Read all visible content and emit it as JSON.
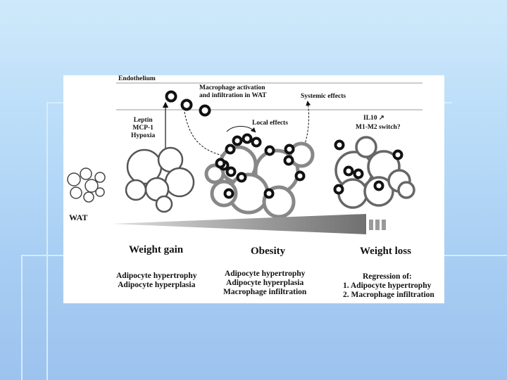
{
  "slide": {
    "background_top": "#cfe9fb",
    "background_bottom": "#9cc3ee"
  },
  "figure": {
    "labels": {
      "endothelium": "Endothelium",
      "macrophage_activation": [
        "Macrophage activation",
        "and infiltration in WAT"
      ],
      "systemic_effects": "Systemic effects",
      "local_effects": "Local effects",
      "il10": "IL10 ↗",
      "m1m2": "M1-M2 switch?",
      "signals": [
        "Leptin",
        "MCP-1",
        "Hypoxia"
      ],
      "wat": "WAT"
    },
    "stages": [
      {
        "title": "Weight gain",
        "lines": [
          "Adipocyte hypertrophy",
          "Adipocyte hyperplasia"
        ]
      },
      {
        "title": "Obesity",
        "lines": [
          "Adipocyte hypertrophy",
          "Adipocyte hyperplasia",
          "Macrophage infiltration"
        ]
      },
      {
        "title": "Weight loss",
        "lines": [
          "Regression of:",
          "1.  Adipocyte hypertrophy",
          "2. Macrophage infiltration"
        ]
      }
    ]
  }
}
